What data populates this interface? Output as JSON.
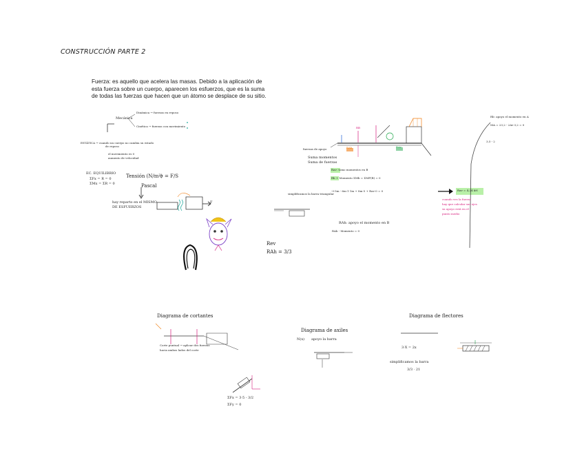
{
  "page": {
    "title": "CONSTRUCCIÓN PARTE 2",
    "paragraph": "Fuerza: es aquello que acelera las masas. Debido a la aplicación de esta fuerza sobre un cuerpo, aparecen los esfuerzos, que es la suma de todas las fuerzas que hacen que un átomo se desplace de su sitio."
  },
  "notes": {
    "left": {
      "mecanica": "Mecánica",
      "dinamica": "Dinámica → fuerzas en reposo",
      "cinetica": "Cinética → fuerzas con movimiento",
      "estatica": "ESTÁTICA → cuando un cuerpo no cambia su estado",
      "estatica2": "de reposo",
      "movimiento": "el movimiento es 0",
      "aumento": "aumento de velocidad",
      "ec_title": "EC. EQUILIBRIO",
      "ec1": "ΣFx = R = 0",
      "ec2": "ΣMx = ΣR = 0",
      "tension": "Tensión (N/m²)",
      "sigma": "σ = F/S",
      "pascal": "Pascal",
      "hay_reparticion": "hay reparto en el MISMO",
      "esfuerzos": "DE ESFUERZOS",
      "fuerza_f": "F",
      "rev": "Rev",
      "rah": "RAh = 3/3"
    },
    "right": {
      "rb": "RB",
      "rah_label": "RAh",
      "rav_label": "RAv",
      "fuerzas_de_apoyo": "fuerzas de apoyo",
      "suma_momentos": "Suma momentos",
      "suma_fuerzas": "Suma de fuerzas",
      "rav_note": "Rav: tomo momentos en B",
      "eq_main": "Rb + Momento  ΣMb = ΣMF(B) = 0",
      "eq_long": "-3·5m - 6m·1·1m + 8m·5 + Rav·0 = 0",
      "result": "Rav = 4,24 kN",
      "simplificamos": "simplificamos la barra triangular",
      "rah_note": "RAh: apoyo el momento en B",
      "rah_eq": "RAh - Momento = 0",
      "right_col1": "Rb: apoyo el momento en A",
      "right_col2": "MA = 23,2 - 2Av·3,2 = 0",
      "right_col3": "3,5 - 2",
      "pink_note": "cuando ves la fuerza",
      "pink_note2": "hay que calcular sus ejes",
      "pink_note3": "su apoyo está en el",
      "pink_note4": "punto medio"
    },
    "bottom": {
      "cortantes": "Diagrama de cortantes",
      "flectores": "Diagrama de flectores",
      "axiles": "Diagrama de axiles",
      "apoyo_barra": "apoyo la barra",
      "corte_note": "Corte puntual → aplicar dos fuerzas",
      "corte_note2": "hacia ambos lados del corte",
      "n_label": "N(x)",
      "eq_bottom": "ΣFx = 3·5 - 3/2",
      "eq_bottom2": "ΣFy = 0",
      "equation_right": "3·X = 2x",
      "simplificamos": "simplificamos la barra",
      "val": "3/3 · 21"
    }
  }
}
